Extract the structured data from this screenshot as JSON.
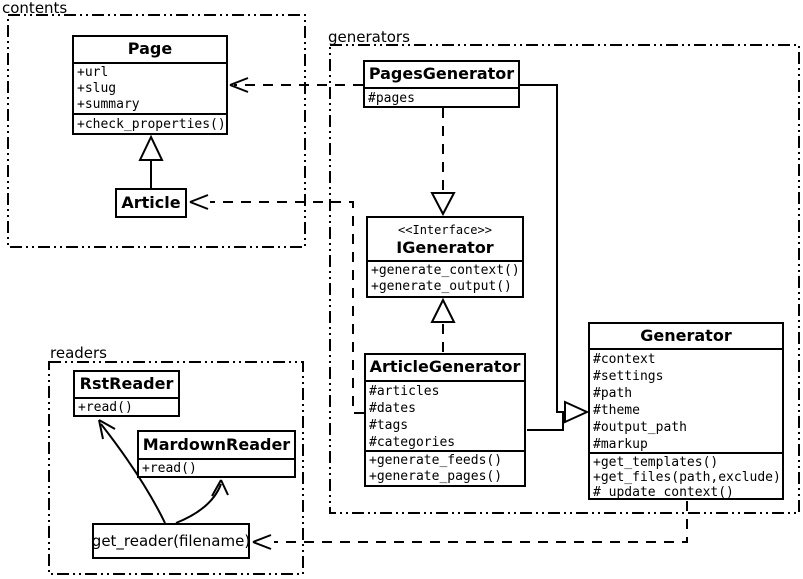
{
  "packages": {
    "contents": {
      "label": "contents"
    },
    "generators": {
      "label": "generators"
    },
    "readers": {
      "label": "readers"
    }
  },
  "classes": {
    "page": {
      "title": "Page",
      "attributes": [
        "+url",
        "+slug",
        "+summary"
      ],
      "methods": [
        "+check_properties()"
      ]
    },
    "article": {
      "title": "Article"
    },
    "pages_generator": {
      "title": "PagesGenerator",
      "attributes": [
        "#pages"
      ]
    },
    "igenerator": {
      "stereotype": "<<Interface>>",
      "title": "IGenerator",
      "methods": [
        "+generate_context()",
        "+generate_output()"
      ]
    },
    "article_generator": {
      "title": "ArticleGenerator",
      "attributes": [
        "#articles",
        "#dates",
        "#tags",
        "#categories"
      ],
      "methods": [
        "+generate_feeds()",
        "+generate_pages()"
      ]
    },
    "generator": {
      "title": "Generator",
      "attributes": [
        "#context",
        "#settings",
        "#path",
        "#theme",
        "#output_path",
        "#markup"
      ],
      "methods": [
        "+get_templates()",
        "+get_files(path,exclude)",
        "#_update_context()"
      ]
    },
    "rst_reader": {
      "title": "RstReader",
      "methods": [
        "+read()"
      ]
    },
    "mardown_reader": {
      "title": "MardownReader",
      "methods": [
        "+read()"
      ]
    },
    "get_reader": {
      "label": "get_reader(filename)"
    }
  },
  "colors": {
    "line": "#000000",
    "background": "#ffffff",
    "box_fill": "#ffffff"
  }
}
